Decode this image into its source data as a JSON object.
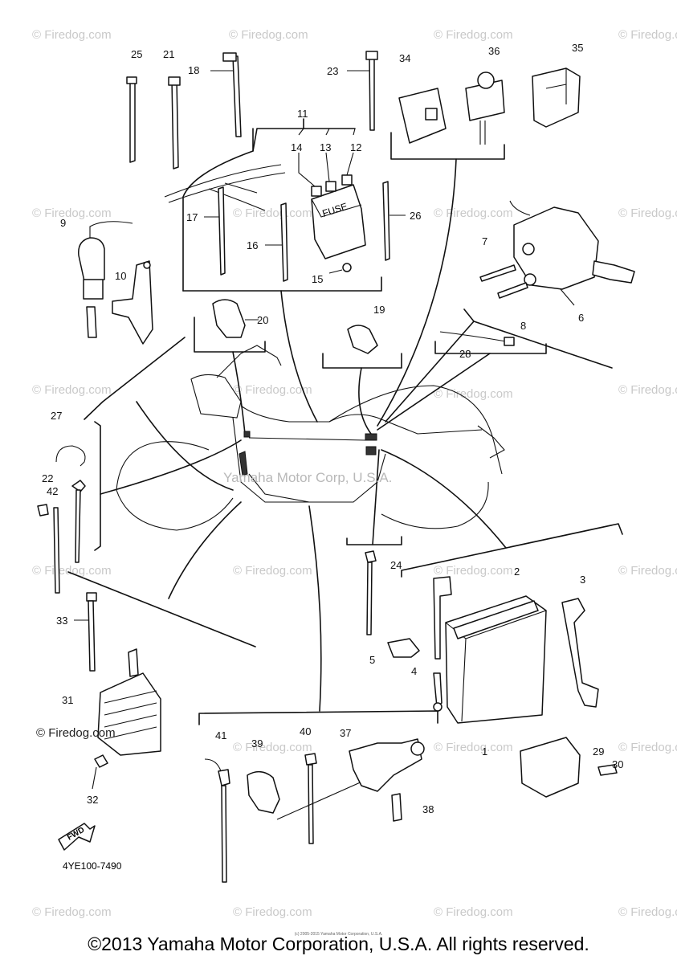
{
  "watermark_text": "© Firedog.com",
  "center_watermark": "Yamaha Motor Corp, U.S.A.",
  "fwd_label": "FWD",
  "diagram_code": "4YE100-7490",
  "tiny_copyright": "(c) 2005-2015 Yamaha Motor Corporation, U.S.A.",
  "copyright": "©2013 Yamaha Motor Corporation, U.S.A. All rights reserved.",
  "labels": [
    "1",
    "2",
    "3",
    "4",
    "5",
    "6",
    "7",
    "8",
    "9",
    "10",
    "11",
    "12",
    "13",
    "14",
    "15",
    "16",
    "17",
    "18",
    "19",
    "20",
    "21",
    "22",
    "23",
    "24",
    "25",
    "26",
    "27",
    "28",
    "29",
    "30",
    "31",
    "32",
    "33",
    "34",
    "35",
    "36",
    "37",
    "38",
    "39",
    "40",
    "41",
    "42"
  ]
}
